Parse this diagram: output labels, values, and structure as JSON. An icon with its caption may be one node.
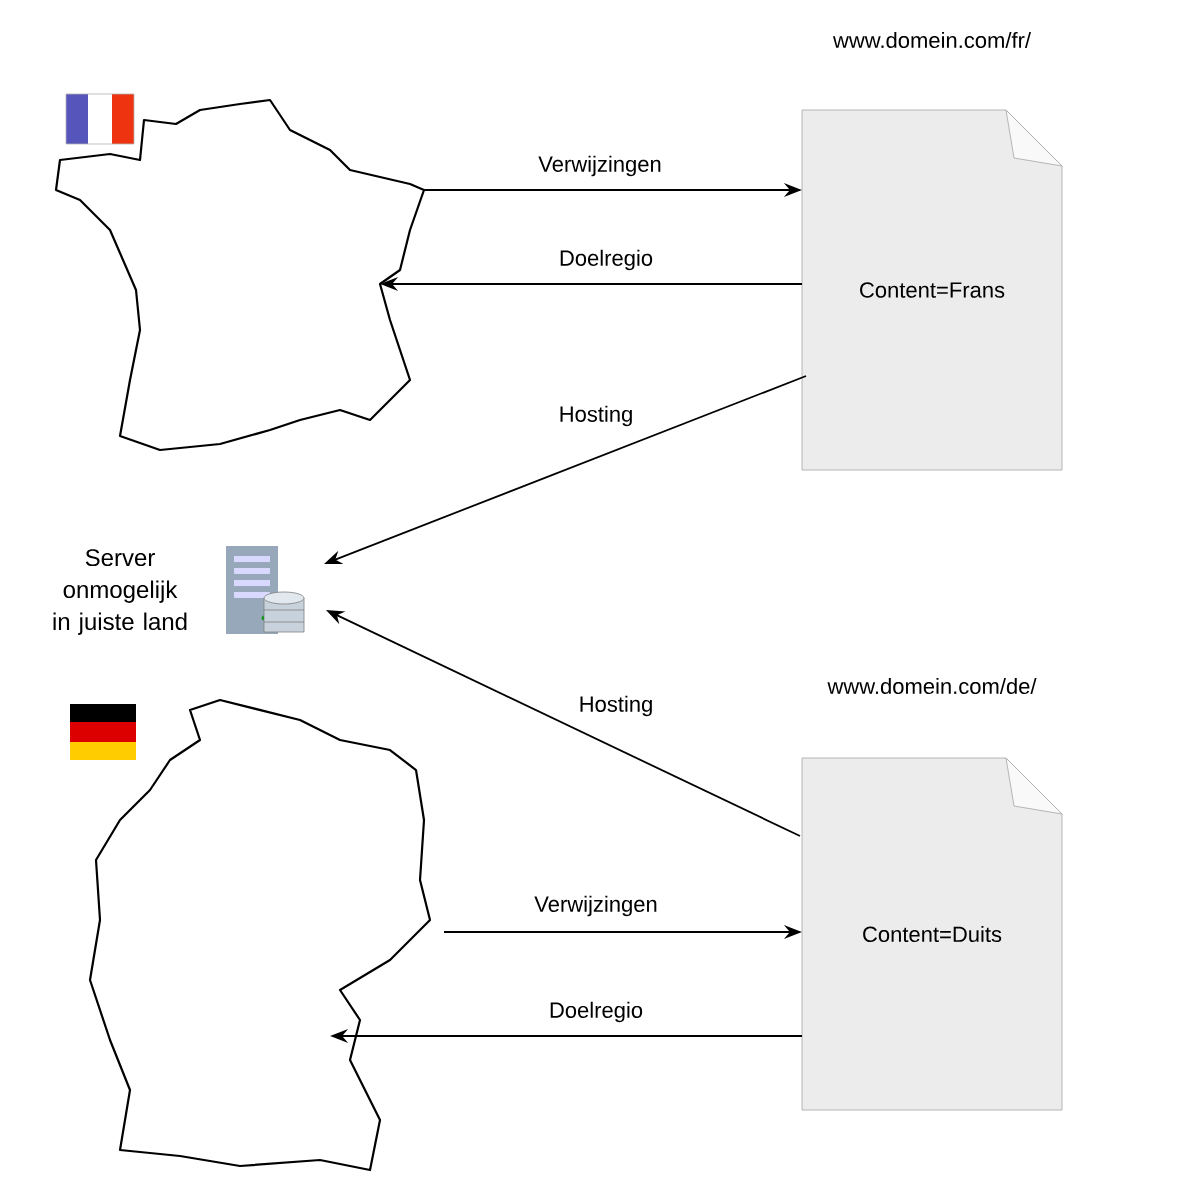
{
  "diagram": {
    "nodes": [
      {
        "text": [],
        "shape": "picture"
      },
      {
        "text": [
          "Content=Frans"
        ],
        "beside": [
          "www.domein.com/fr/"
        ]
      },
      {
        "text": [],
        "shape": "picture",
        "beside": [
          "Server onmogelijk in juiste land"
        ]
      },
      {
        "text": [],
        "shape": "picture"
      },
      {
        "text": [
          "Content=Duits"
        ],
        "beside": [
          "www.domein.com/de/"
        ]
      }
    ],
    "edges": [
      {
        "from": 0,
        "to": 1,
        "arrow": "to",
        "label": "Verwijzingen"
      },
      {
        "from": 1,
        "to": 0,
        "arrow": "to",
        "label": "Doelregio"
      },
      {
        "from": 1,
        "to": 2,
        "arrow": "to",
        "label": "Hosting"
      },
      {
        "from": 4,
        "to": 2,
        "arrow": "to",
        "label": "Hosting"
      },
      {
        "from": 3,
        "to": 4,
        "arrow": "to",
        "label": "Verwijzingen"
      },
      {
        "from": 4,
        "to": 3,
        "arrow": "to",
        "label": "Doelregio"
      }
    ]
  }
}
